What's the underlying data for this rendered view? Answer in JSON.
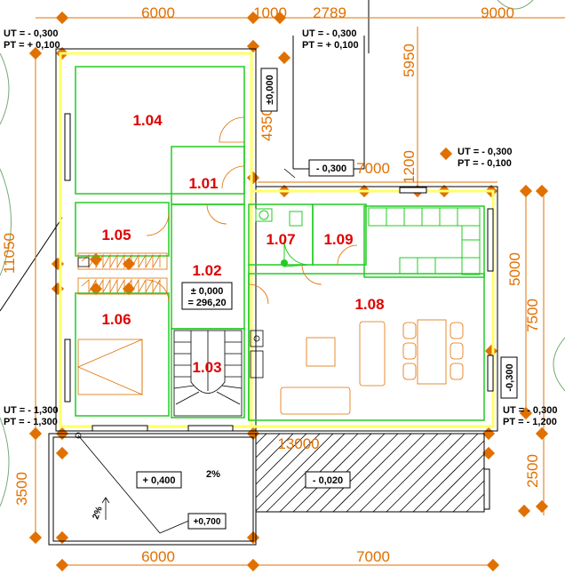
{
  "dimensions": {
    "top_6000": "6000",
    "top_1000": "1000",
    "top_2789": "2789",
    "top_9000": "9000",
    "right_5950": "5950",
    "mid_4350": "4350",
    "mid_7000": "7000",
    "mid_1200": "1200",
    "left_11050": "11050",
    "right_5000": "5000",
    "right_7500": "7500",
    "terrace_13000": "13000",
    "left_3500": "3500",
    "right_2500": "2500",
    "bottom_6000": "6000",
    "bottom_7000": "7000"
  },
  "rooms": {
    "r104": "1.04",
    "r101": "1.01",
    "r105": "1.05",
    "r102": "1.02",
    "r107": "1.07",
    "r109": "1.09",
    "r106": "1.06",
    "r108": "1.08",
    "r103": "1.03"
  },
  "levels": {
    "ut_top_left": "UT = - 0,300",
    "pt_top_left": "PT = + 0,100",
    "ut_top_mid": "UT = - 0,300",
    "pt_top_mid": "PT = + 0,100",
    "ut_right": "UT = - 0,300",
    "pt_right": "PT = - 0,100",
    "ut_bottom_left": "UT = - 1,300",
    "pt_bottom_left": "PT = - 1,300",
    "ut_bottom_right": "UT = - 0,300",
    "pt_bottom_right": "PT = - 1,200",
    "box_000": "±0,000",
    "box_m0300": "- 0,300",
    "box_m0300_v": "-0,300",
    "box_floor_a": "± 0,000",
    "box_floor_b": "= 296,20",
    "box_p0400": "+ 0,400",
    "box_m0020": "- 0,020",
    "box_p0700": "+0,700",
    "slope_a": "2%",
    "slope_b": "2%"
  },
  "colors": {
    "dimension": "#e07000",
    "room_label": "#e00000",
    "outer_wall": "#ffff66",
    "inner_wall": "#22cc22",
    "furniture": "#e07000"
  }
}
